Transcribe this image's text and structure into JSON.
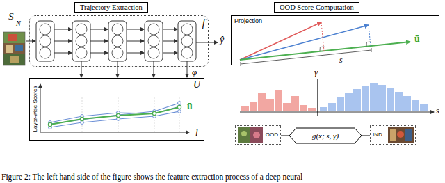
{
  "diagram": {
    "caption": "Figure 2: The left hand side of the figure shows the feature extraction process of a deep neural",
    "nodes": [
      {
        "text": [
          "Trajectory Extraction"
        ]
      },
      {
        "text": [
          "OOD Score Computation"
        ]
      },
      {
        "text": [
          "f"
        ]
      },
      {
        "text": [
          "U",
          "Layer-wise Scores",
          "l",
          "ū"
        ]
      },
      {
        "text": [
          "Projection"
        ]
      },
      {
        "text": [
          "OOD"
        ]
      },
      {
        "text": [
          "g(x; s, γ)"
        ]
      },
      {
        "text": [
          "IND"
        ]
      }
    ],
    "edges": [
      {
        "from": 6,
        "to": 5,
        "arrow": "none"
      },
      {
        "from": 6,
        "to": 7,
        "arrow": "none"
      }
    ],
    "labels": [
      "S",
      "N",
      "ŷ",
      "φ",
      "ū",
      "s",
      "γ",
      "s"
    ]
  }
}
